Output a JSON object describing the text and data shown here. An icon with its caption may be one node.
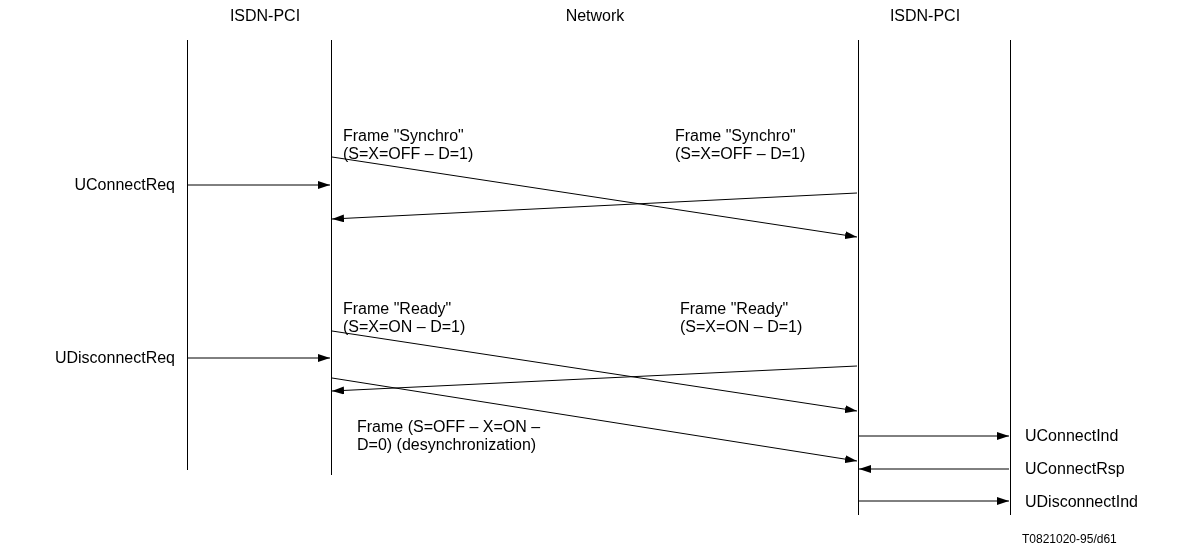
{
  "diagram": {
    "nodes": [
      {
        "text": [],
        "shape": "bar"
      },
      {
        "text": [],
        "shape": "bar"
      },
      {
        "text": [],
        "shape": "bar"
      },
      {
        "text": [],
        "shape": "bar"
      }
    ],
    "edges": [
      {
        "from": 0,
        "to": 1,
        "arrow": "to",
        "label": "UConnectReq"
      },
      {
        "from": 1,
        "to": 2,
        "arrow": "to",
        "label": "Frame \"Synchro\" (S=X=OFF – D=1)"
      },
      {
        "from": 2,
        "to": 1,
        "arrow": "to",
        "label": "Frame \"Synchro\" (S=X=OFF – D=1)"
      },
      {
        "from": 0,
        "to": 1,
        "arrow": "to",
        "label": "UDisconnectReq"
      },
      {
        "from": 1,
        "to": 2,
        "arrow": "to",
        "label": "Frame \"Ready\" (S=X=ON – D=1)"
      },
      {
        "from": 2,
        "to": 1,
        "arrow": "to",
        "label": "Frame \"Ready\" (S=X=ON – D=1)"
      },
      {
        "from": 1,
        "to": 2,
        "arrow": "to",
        "label": "Frame (S=OFF – X=ON – D=0) (desynchronization)"
      },
      {
        "from": 2,
        "to": 3,
        "arrow": "to",
        "label": "UConnectInd"
      },
      {
        "from": 3,
        "to": 2,
        "arrow": "to",
        "label": "UConnectRsp"
      },
      {
        "from": 2,
        "to": 3,
        "arrow": "to",
        "label": "UDisconnectInd"
      }
    ],
    "labels": [
      "ISDN-PCI",
      "Network",
      "ISDN-PCI",
      "T0821020-95/d61"
    ]
  }
}
